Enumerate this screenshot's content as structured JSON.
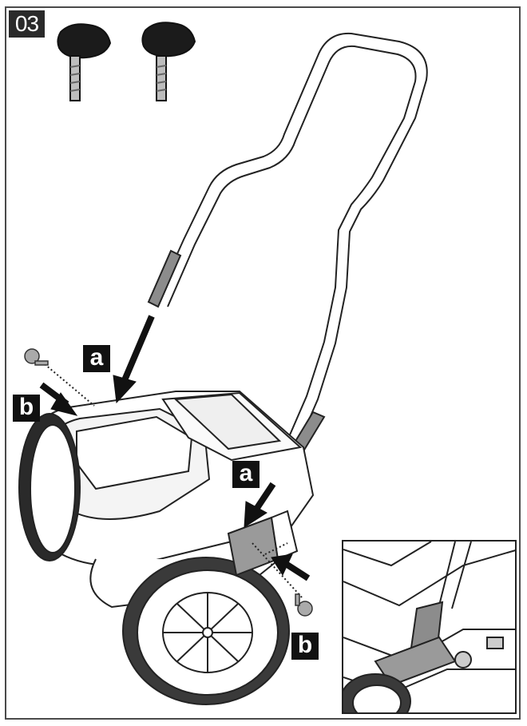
{
  "step": {
    "number": "03"
  },
  "labels": {
    "a_left": "a",
    "a_right": "a",
    "b_left": "b",
    "b_right": "b"
  },
  "icons": [
    "knob-screw-icon",
    "arrow-icon",
    "handle-icon",
    "robot-cleaner-icon",
    "wheel-icon"
  ],
  "colors": {
    "line": "#222222",
    "fill": "#ffffff",
    "accent_gray": "#9a9a9a",
    "label_bg": "#111111"
  }
}
